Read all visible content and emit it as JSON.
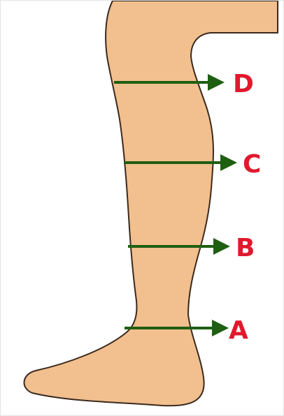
{
  "colors": {
    "skin": "#F2BF8E",
    "outline": "#3A2A1E",
    "arrow": "#1F5F12",
    "label": "#E0192D"
  },
  "markers": [
    {
      "label": "D"
    },
    {
      "label": "C"
    },
    {
      "label": "B"
    },
    {
      "label": "A"
    }
  ]
}
